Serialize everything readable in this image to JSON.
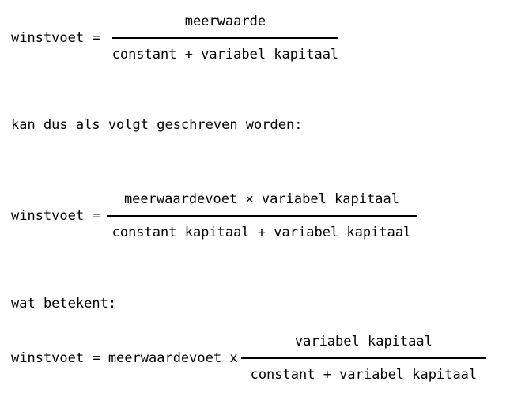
{
  "page": {
    "background_color": "#ffffff",
    "text_color": "#000000",
    "language": "nl"
  },
  "formulas": [
    {
      "lhs": "winstvoet =",
      "numerator": "meerwaarde",
      "denominator": "constant + variabel kapitaal"
    },
    {
      "lhs": "winstvoet =",
      "numerator": "meerwaardevoet × variabel kapitaal",
      "denominator": "constant kapitaal + variabel kapitaal"
    },
    {
      "lhs": "winstvoet = meerwaardevoet x",
      "numerator": "variabel kapitaal",
      "denominator": "constant + variabel kapitaal"
    }
  ],
  "sentences": [
    "kan dus als volgt geschreven worden:",
    "wat betekent:"
  ]
}
